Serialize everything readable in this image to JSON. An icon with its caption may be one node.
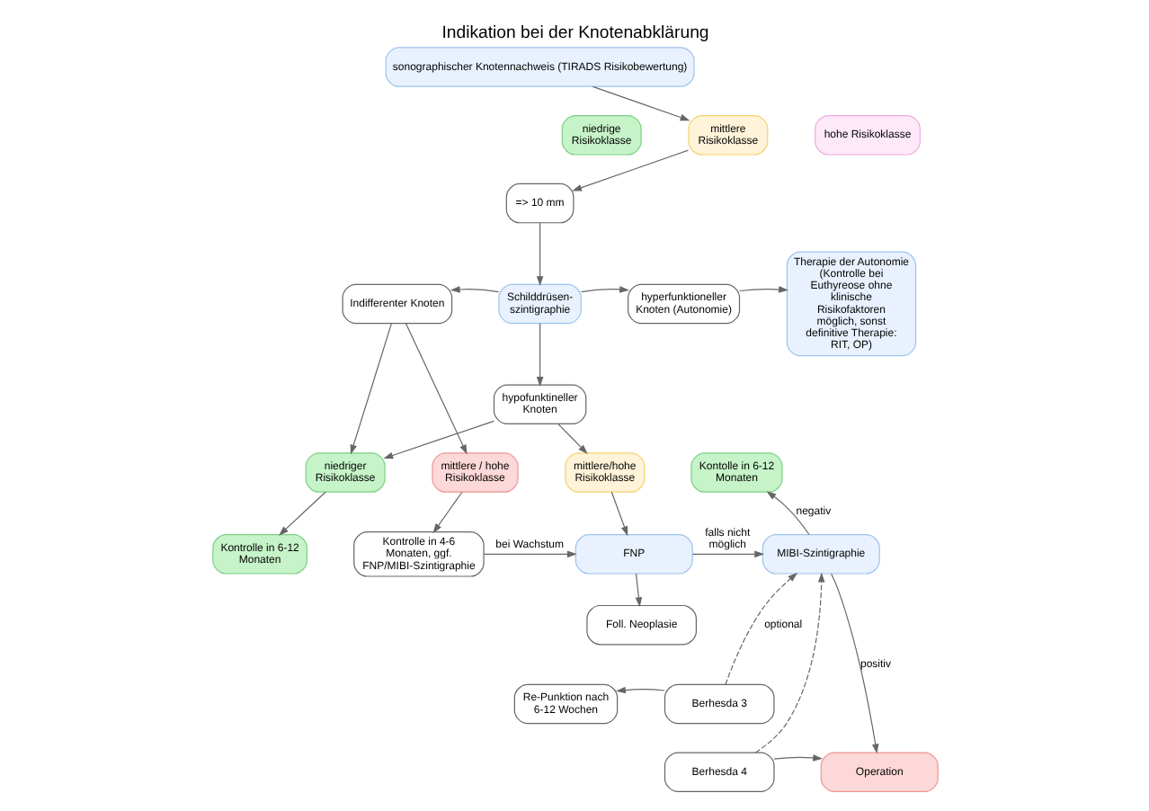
{
  "diagram": {
    "title": "Indikation bei der Knotenabklärung",
    "nodes": [
      {
        "text": [
          "sonographischer Knotennachweis (TIRADS Risikobewertung)"
        ]
      },
      {
        "text": [
          "niedrige Risikoklasse"
        ]
      },
      {
        "text": [
          "mittlere Risikoklasse"
        ]
      },
      {
        "text": [
          "hohe Risikoklasse"
        ]
      },
      {
        "text": [
          "=> 10 mm"
        ]
      },
      {
        "text": [
          "Indifferenter Knoten"
        ]
      },
      {
        "text": [
          "Schilddrüsen- szintigraphie"
        ]
      },
      {
        "text": [
          "hyperfunktioneller Knoten (Autonomie)"
        ]
      },
      {
        "text": [
          "Therapie der Autonomie (Kontrolle bei Euthyreose ohne klinische Risikofaktoren möglich, sonst definitive Therapie: RIT, OP)"
        ]
      },
      {
        "text": [
          "hypofunktineller Knoten"
        ]
      },
      {
        "text": [
          "niedriger Risikoklasse"
        ]
      },
      {
        "text": [
          "mittlere / hohe Risikoklasse"
        ]
      },
      {
        "text": [
          "mittlere/hohe Risikoklasse"
        ]
      },
      {
        "text": [
          "Kontrolle in 6-12 Monaten"
        ]
      },
      {
        "text": [
          "Kontrolle in 4-6 Monaten, ggf. FNP/MIBI-Szintigraphie"
        ]
      },
      {
        "text": [
          "FNP"
        ]
      },
      {
        "text": [
          "Kontolle in 6-12 Monaten"
        ]
      },
      {
        "text": [
          "MIBI-Szintigraphie"
        ]
      },
      {
        "text": [
          "Re-Punktion nach 6-12 Wochen"
        ]
      },
      {
        "text": [
          "Foll. Neoplasie"
        ]
      },
      {
        "text": [
          "Berhesda 3"
        ]
      },
      {
        "text": [
          "Berhesda 4"
        ]
      },
      {
        "text": [
          "Operation"
        ]
      }
    ],
    "edges": [
      {
        "from": 0,
        "to": 2,
        "arrow": "to"
      },
      {
        "from": 2,
        "to": 4,
        "arrow": "to"
      },
      {
        "from": 4,
        "to": 6,
        "arrow": "to"
      },
      {
        "from": 6,
        "to": 5,
        "arrow": "to"
      },
      {
        "from": 6,
        "to": 7,
        "arrow": "to"
      },
      {
        "from": 7,
        "to": 8,
        "arrow": "to"
      },
      {
        "from": 6,
        "to": 9,
        "arrow": "to"
      },
      {
        "from": 5,
        "to": 10,
        "arrow": "to"
      },
      {
        "from": 5,
        "to": 11,
        "arrow": "to"
      },
      {
        "from": 9,
        "to": 10,
        "arrow": "to"
      },
      {
        "from": 9,
        "to": 12,
        "arrow": "to"
      },
      {
        "from": 10,
        "to": 13,
        "arrow": "to"
      },
      {
        "from": 11,
        "to": 14,
        "arrow": "to"
      },
      {
        "from": 14,
        "to": 15,
        "arrow": "to",
        "label": "bei Wachstum"
      },
      {
        "from": 12,
        "to": 15,
        "arrow": "to"
      },
      {
        "from": 15,
        "to": 17,
        "arrow": "to",
        "label": "falls nicht möglich"
      },
      {
        "from": 15,
        "to": 19,
        "arrow": "to"
      },
      {
        "from": 20,
        "to": 18,
        "arrow": "to"
      },
      {
        "from": 20,
        "to": 17,
        "arrow": "to",
        "label": "optional",
        "style": "dashed"
      },
      {
        "from": 21,
        "to": 17,
        "arrow": "to",
        "style": "dashed"
      },
      {
        "from": 21,
        "to": 22,
        "arrow": "to"
      },
      {
        "from": 17,
        "to": 16,
        "arrow": "to",
        "label": "negativ"
      },
      {
        "from": 17,
        "to": 22,
        "arrow": "to",
        "label": "positiv"
      }
    ]
  }
}
